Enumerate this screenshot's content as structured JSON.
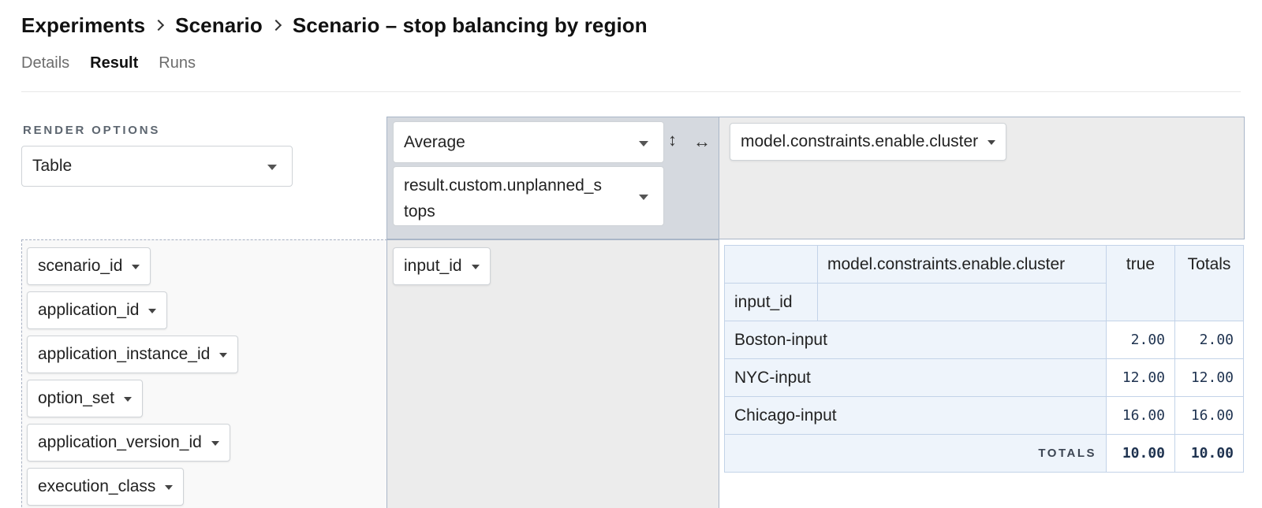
{
  "breadcrumb": {
    "items": [
      "Experiments",
      "Scenario",
      "Scenario – stop balancing by region"
    ]
  },
  "tabs": [
    {
      "label": "Details",
      "active": false
    },
    {
      "label": "Result",
      "active": true
    },
    {
      "label": "Runs",
      "active": false
    }
  ],
  "render_options": {
    "label": "RENDER OPTIONS",
    "renderer": "Table"
  },
  "aggregator": {
    "function": "Average",
    "attribute": "result.custom.unplanned_stops",
    "attribute_line1": "result.custom.unplanned_s",
    "attribute_line2": "tops",
    "row_order_icon": "↕",
    "col_order_icon": "↔"
  },
  "column_attributes": [
    "model.constraints.enable.cluster"
  ],
  "unused_attributes": [
    "scenario_id",
    "application_id",
    "application_instance_id",
    "option_set",
    "application_version_id",
    "execution_class"
  ],
  "row_attributes": [
    "input_id"
  ],
  "pivot_table": {
    "col_attr_label": "model.constraints.enable.cluster",
    "row_attr_label": "input_id",
    "col_keys": [
      "true"
    ],
    "totals_header": "Totals",
    "rows": [
      {
        "label": "Boston-input",
        "values": [
          "2.00"
        ],
        "total": "2.00"
      },
      {
        "label": "NYC-input",
        "values": [
          "12.00"
        ],
        "total": "12.00"
      },
      {
        "label": "Chicago-input",
        "values": [
          "16.00"
        ],
        "total": "16.00"
      }
    ],
    "totals_label": "TOTALS",
    "col_totals": [
      "10.00"
    ],
    "grand_total": "10.00"
  }
}
